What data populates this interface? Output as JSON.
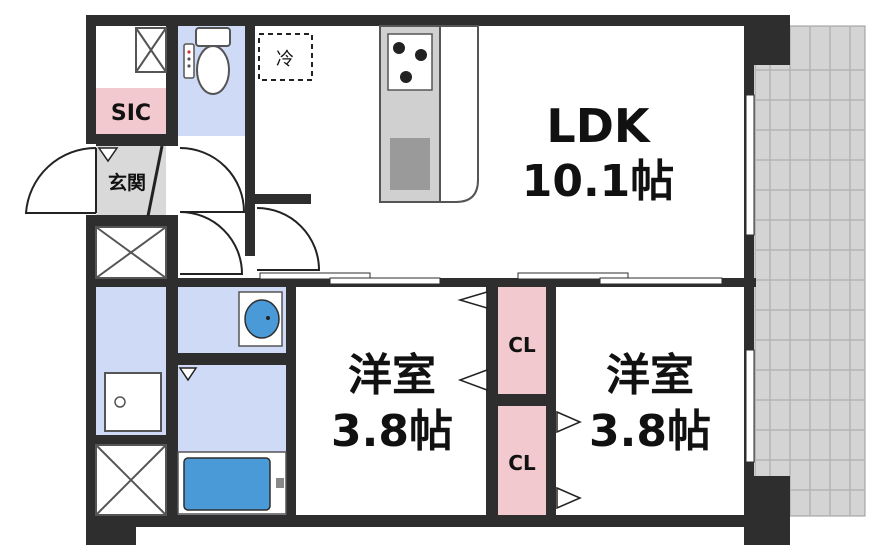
{
  "floorplan": {
    "rooms": {
      "ldk": {
        "name": "LDK",
        "size": "10.1帖"
      },
      "western_left": {
        "name": "洋室",
        "size": "3.8帖"
      },
      "western_right": {
        "name": "洋室",
        "size": "3.8帖"
      }
    },
    "closets": {
      "cl_upper": "CL",
      "cl_lower": "CL"
    },
    "sic": "SIC",
    "entrance": "玄関",
    "fridge": "冷"
  },
  "colors": {
    "wall": "#2e2e2e",
    "wet_area": "#cfdaf7",
    "closet": "#f2c9cf",
    "balcony": "#d4d4d4",
    "entrance_floor": "#d9d9d9"
  }
}
